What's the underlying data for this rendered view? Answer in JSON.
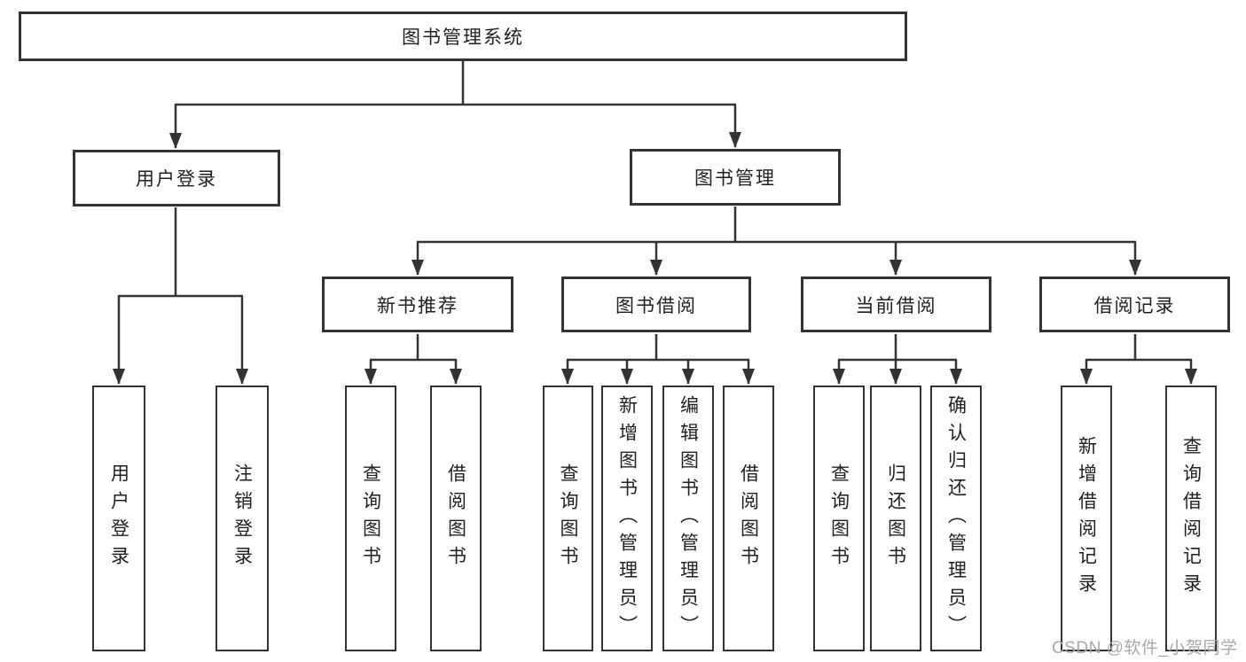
{
  "tree": {
    "label": "图书管理系统",
    "children": [
      {
        "label": "用户登录",
        "children": [
          {
            "label": "用户登录"
          },
          {
            "label": "注销登录"
          }
        ]
      },
      {
        "label": "图书管理",
        "children": [
          {
            "label": "新书推荐",
            "children": [
              {
                "label": "查询图书"
              },
              {
                "label": "借阅图书"
              }
            ]
          },
          {
            "label": "图书借阅",
            "children": [
              {
                "label": "查询图书"
              },
              {
                "label": "新增图书（管理员）"
              },
              {
                "label": "编辑图书（管理员）"
              },
              {
                "label": "借阅图书"
              }
            ]
          },
          {
            "label": "当前借阅",
            "children": [
              {
                "label": "查询图书"
              },
              {
                "label": "归还图书"
              },
              {
                "label": "确认归还（管理员）"
              }
            ]
          },
          {
            "label": "借阅记录",
            "children": [
              {
                "label": "新增借阅记录"
              },
              {
                "label": "查询借阅记录"
              }
            ]
          }
        ]
      }
    ]
  },
  "watermark": {
    "text": "CSDN @软件_小贺同学"
  },
  "colors": {
    "line": "#333333",
    "text": "#1f1f1f",
    "watermark": "#a9a9a9",
    "background": "#ffffff"
  }
}
